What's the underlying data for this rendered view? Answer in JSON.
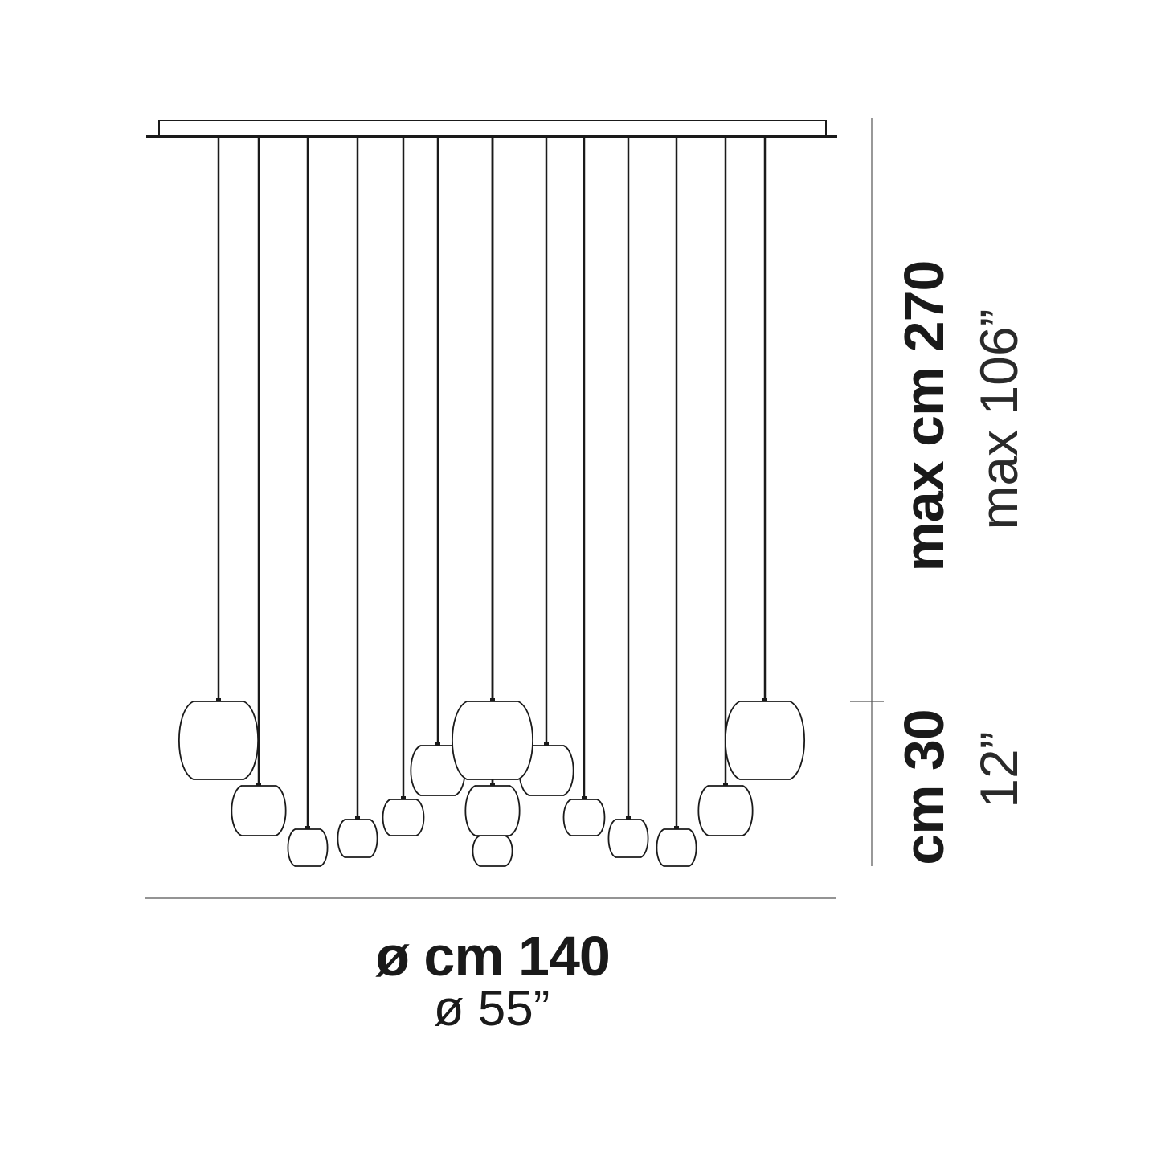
{
  "dimensions": {
    "height_metric": "max cm 270",
    "height_imperial": "max 106”",
    "globe_zone_metric": "cm 30",
    "globe_zone_imperial": "12”",
    "diameter_metric": "ø cm 140",
    "diameter_imperial": "ø 55”"
  },
  "colors": {
    "line": "#1a1a1a",
    "background": "#ffffff"
  }
}
